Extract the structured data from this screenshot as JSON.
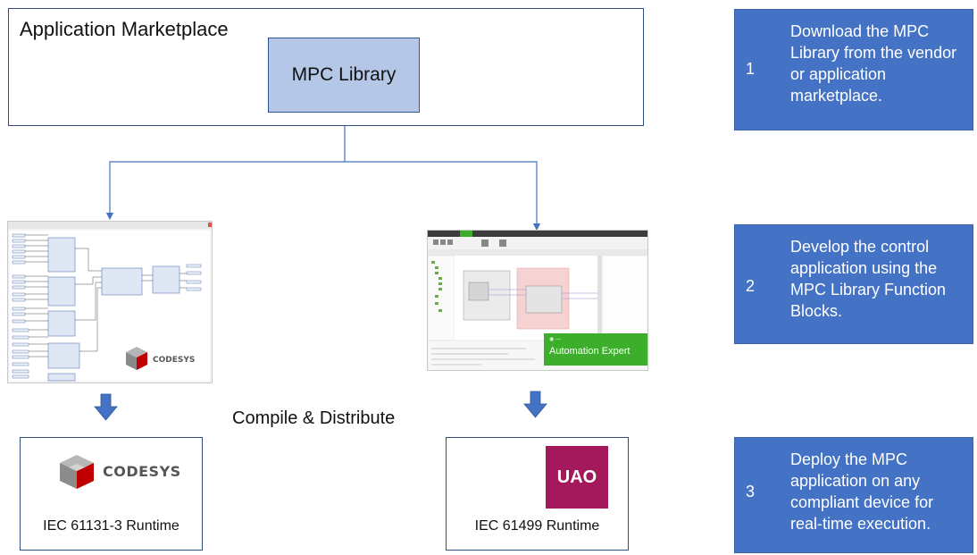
{
  "marketplace": {
    "title": "Application Marketplace",
    "library": "MPC Library"
  },
  "steps": [
    {
      "number": "1",
      "text": "Download the MPC Library from the vendor or application marketplace."
    },
    {
      "number": "2",
      "text": "Develop the control application using the MPC Library Function Blocks."
    },
    {
      "number": "3",
      "text": "Deploy the MPC application on any compliant device for real-time execution."
    }
  ],
  "compile_label": "Compile & Distribute",
  "codesys": {
    "logo_text": "CODESYS",
    "runtime_label": "IEC 61131-3 Runtime"
  },
  "automation_expert": {
    "brand": "Automation Expert",
    "runtime_logo": "UAO",
    "runtime_label": "IEC 61499 Runtime"
  },
  "colors": {
    "step_box": "#4472c4",
    "library_box": "#b4c7e7",
    "arrow": "#4472c4",
    "codesys_red": "#c00000",
    "uao": "#a3195b",
    "ae_green": "#3dae2b"
  }
}
